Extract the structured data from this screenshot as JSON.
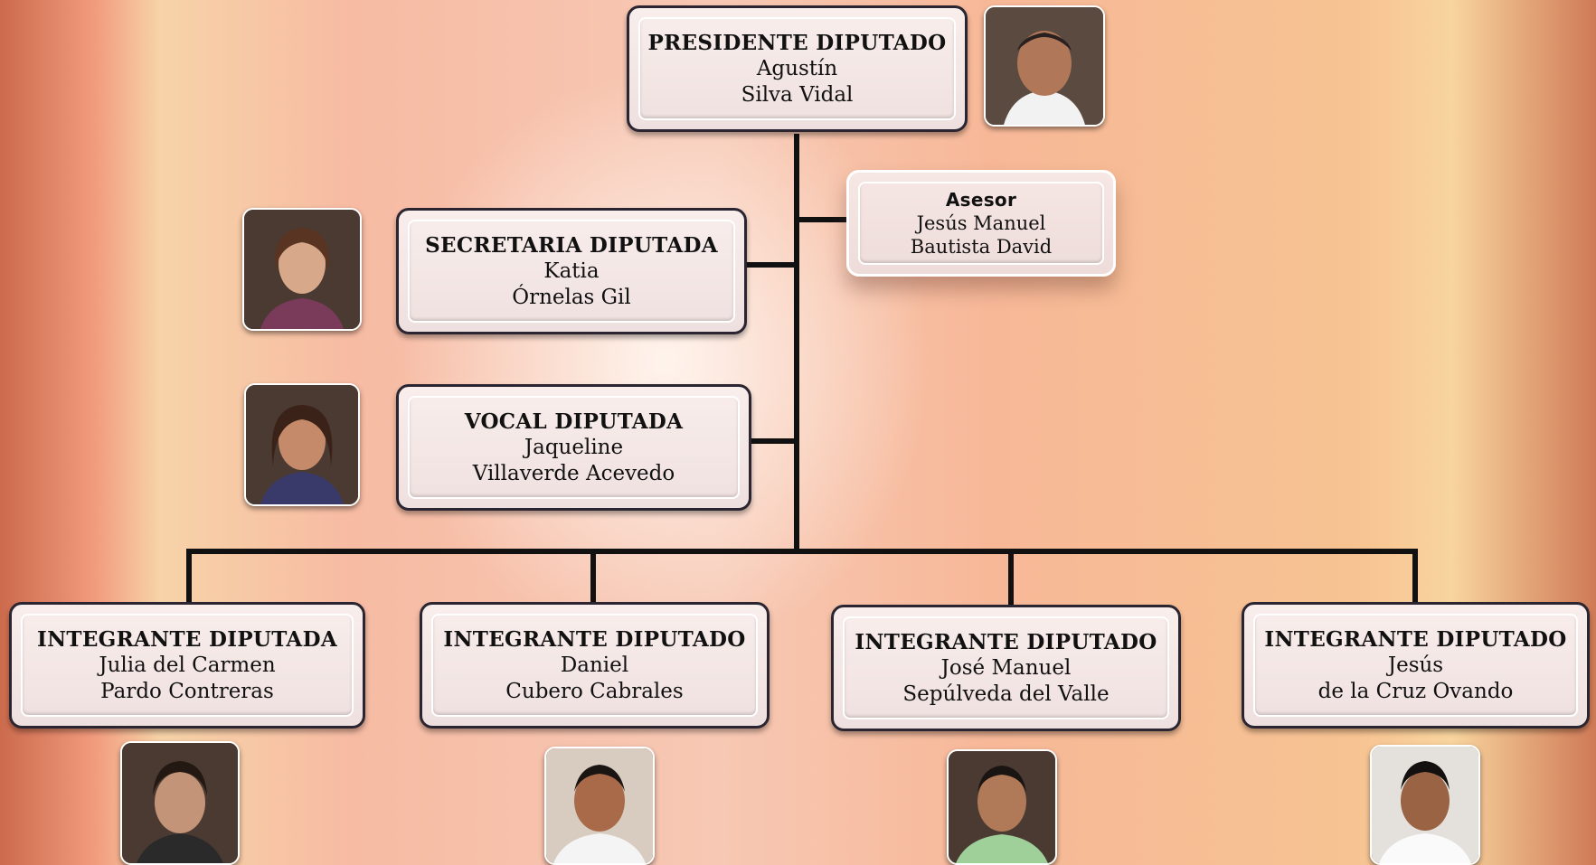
{
  "president": {
    "role": "PRESIDENTE DIPUTADO",
    "first": "Agustín",
    "last": "Silva Vidal"
  },
  "advisor": {
    "role": "Asesor",
    "first": "Jesús Manuel",
    "last": "Bautista David"
  },
  "secretary": {
    "role": "SECRETARIA DIPUTADA",
    "first": "Katia",
    "last": "Órnelas Gil"
  },
  "vocal": {
    "role": "VOCAL DIPUTADA",
    "first": "Jaqueline",
    "last": "Villaverde Acevedo"
  },
  "members": [
    {
      "role": "INTEGRANTE DIPUTADA",
      "first": "Julia del Carmen",
      "last": "Pardo Contreras"
    },
    {
      "role": "INTEGRANTE DIPUTADO",
      "first": "Daniel",
      "last": "Cubero Cabrales"
    },
    {
      "role": "INTEGRANTE DIPUTADO",
      "first": "José Manuel",
      "last": "Sepúlveda del Valle"
    },
    {
      "role": "INTEGRANTE DIPUTADO",
      "first": "Jesús",
      "last": "de la Cruz Ovando"
    }
  ],
  "colors": {
    "connector": "#111111",
    "box_border": "#2a2530",
    "box_fill": "#f5e8e6"
  }
}
